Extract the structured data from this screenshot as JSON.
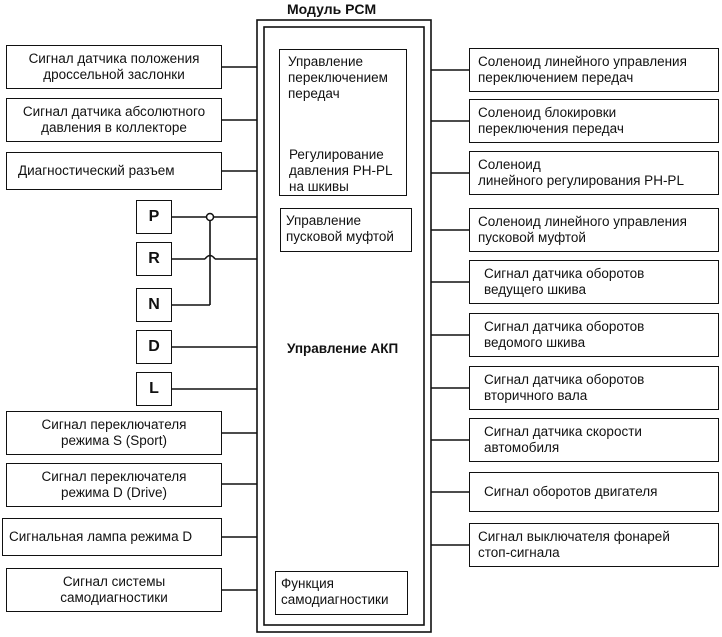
{
  "title": "Модуль PCM",
  "left_inputs": [
    "Сигнал датчика положения\nдроссельной заслонки",
    "Сигнал датчика абсолютного\nдавления в коллекторе",
    "Диагностический разъем"
  ],
  "gear_positions": [
    "P",
    "R",
    "N",
    "D",
    "L"
  ],
  "left_inputs_bottom": [
    "Сигнал переключателя\nрежима S (Sport)",
    "Сигнал переключателя\nрежима D (Drive)",
    "Сигнальная лампа режима D",
    "Сигнал системы\nсамодиагностики"
  ],
  "pcm_blocks": {
    "shift_control": "Управление\nпереключением\nпередач",
    "ph_pl_regulation": "Регулирование\nдавления PH-PL\nна шкивы",
    "clutch_control": "Управление\nпусковой муфтой",
    "akp_control": "Управление АКП",
    "self_diagnostics": "Функция\nсамодиагностики"
  },
  "right_outputs": [
    "Соленоид линейного управления\nпереключением передач",
    "Соленоид блокировки\nпереключения передач",
    "Соленоид\nлинейного регулирования PH-PL",
    "Соленоид линейного управления\nпусковой муфтой",
    "Сигнал датчика оборотов\nведущего шкива",
    "Сигнал датчика оборотов\nведомого шкива",
    "Сигнал датчика оборотов\nвторичного вала",
    "Сигнал датчика скорости\nавтомобиля",
    "Сигнал оборотов двигателя",
    "Сигнал выключателя фонарей\nстоп-сигнала"
  ]
}
